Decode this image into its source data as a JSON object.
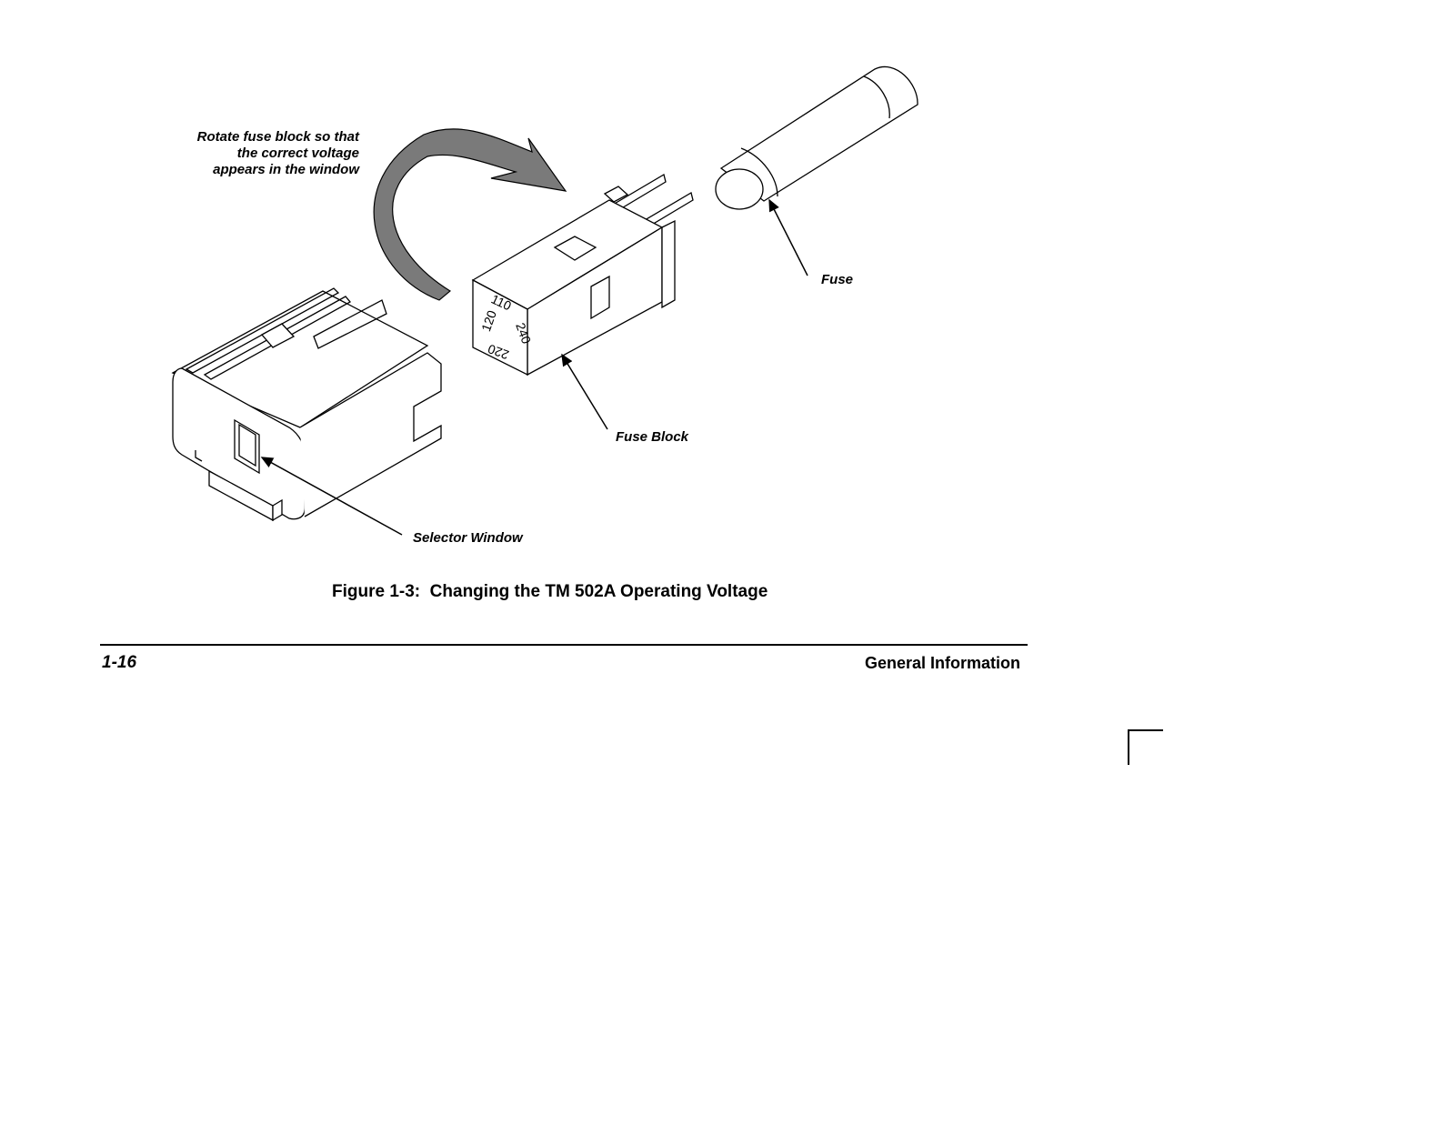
{
  "figure": {
    "callouts": {
      "rotate_line1": "Rotate fuse block so that",
      "rotate_line2": "the correct voltage",
      "rotate_line3": "appears in the window",
      "fuse": "Fuse",
      "fuse_block": "Fuse Block",
      "selector_window": "Selector Window"
    },
    "voltage_markings": [
      "110",
      "120",
      "240",
      "220"
    ],
    "caption": "Figure 1-3:  Changing the TM 502A Operating Voltage"
  },
  "footer": {
    "page_number": "1-16",
    "section": "General Information"
  }
}
